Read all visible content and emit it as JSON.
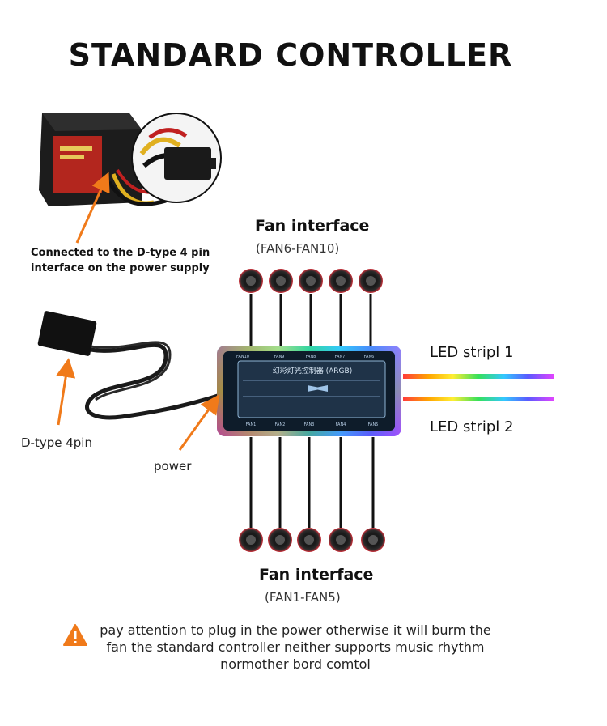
{
  "title": "STANDARD CONTROLLER",
  "labels": {
    "psu_note_line1": "Connected to the D-type 4 pin",
    "psu_note_line2": "interface on the power supply",
    "fan_top_title": "Fan interface",
    "fan_top_sub": "(FAN6-FAN10)",
    "fan_bottom_title": "Fan interface",
    "fan_bottom_sub": "(FAN1-FAN5)",
    "led_strip_1": "LED stripl 1",
    "led_strip_2": "LED stripl 2",
    "d_type": "D-type 4pin",
    "power": "power"
  },
  "controller": {
    "top_ports": [
      "FAN10",
      "FAN9",
      "FAN8",
      "FAN7",
      "FAN6"
    ],
    "bottom_ports": [
      "FAN1",
      "FAN2",
      "FAN3",
      "FAN4",
      "FAN5"
    ],
    "chinese_title": "幻彩灯光控制器 (ARGB)"
  },
  "warning": {
    "icon": "warning-icon",
    "text_line1": "pay attention to plug in the power otherwise it will burm the",
    "text_line2": "fan the standard controller neither supports music rhythm",
    "text_line3": "normother bord comtol"
  },
  "colors": {
    "arrow": "#f07a1a",
    "warning_icon": "#f07a1a"
  }
}
